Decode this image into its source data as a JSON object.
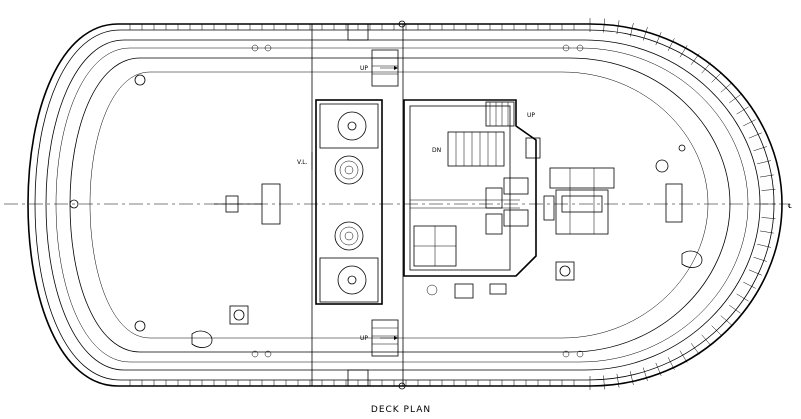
{
  "labels": {
    "up_fwd": "UP",
    "up_aft": "UP",
    "up_deckhouse": "UP",
    "dn_deckhouse": "DN",
    "vl": "V.L.",
    "centerline_symbol": "℄",
    "title": "DECK PLAN"
  }
}
